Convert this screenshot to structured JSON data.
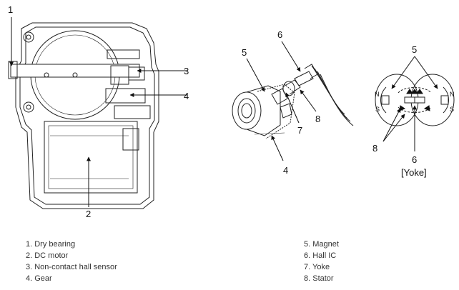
{
  "callouts": {
    "left": [
      "1",
      "2",
      "3",
      "4"
    ],
    "middle": [
      "5",
      "6",
      "7",
      "8",
      "4"
    ],
    "right": [
      "5",
      "6",
      "8"
    ]
  },
  "yoke": {
    "caption": "[Yoke]",
    "pole_n_left": "N",
    "pole_s_left": "S",
    "pole_n_right": "N",
    "pole_s_right": "S"
  },
  "legend_left": [
    "1. Dry bearing",
    "2. DC motor",
    "3. Non-contact hall sensor",
    "4. Gear"
  ],
  "legend_right": [
    "5. Magnet",
    "6. Hall IC",
    "7. Yoke",
    "8. Stator"
  ]
}
